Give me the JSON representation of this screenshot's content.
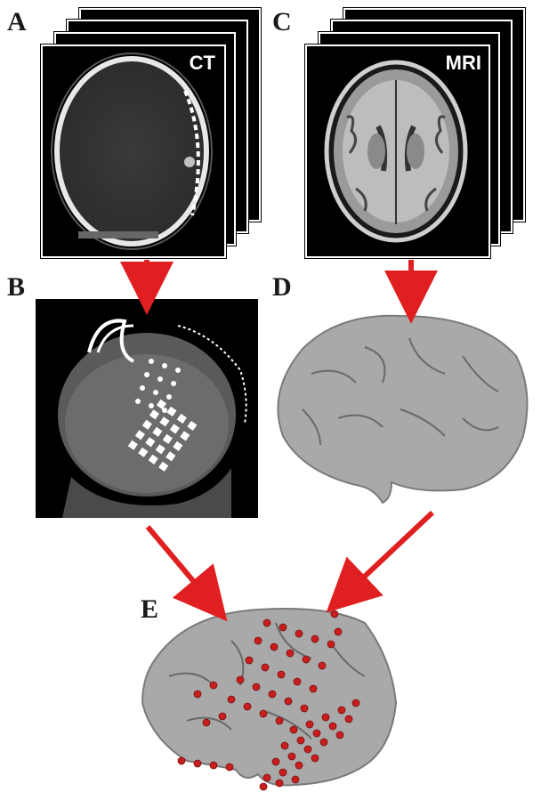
{
  "panels": {
    "a": {
      "letter": "A",
      "scan_label": "CT"
    },
    "b": {
      "letter": "B"
    },
    "c": {
      "letter": "C",
      "scan_label": "MRI"
    },
    "d": {
      "letter": "D"
    },
    "e": {
      "letter": "E"
    }
  },
  "colors": {
    "arrow": "#e02020",
    "electrode": "#c81e1e",
    "brain": "#a9a9a9",
    "scan_bg": "#000000"
  }
}
